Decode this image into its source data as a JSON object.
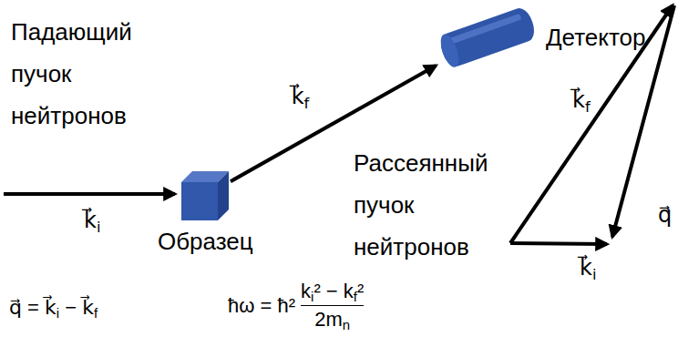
{
  "diagram": {
    "nodes": [
      {
        "text": [
          "Образец"
        ]
      },
      {
        "text": [
          "Детектор"
        ]
      }
    ],
    "edges": [
      {
        "from": 0,
        "to": 1,
        "arrow": "to",
        "label": "k⃗f"
      }
    ],
    "labels": [
      "Падающий пучок нейтронов",
      "k⃗i",
      "Рассеянный пучок нейтронов",
      "k⃗f",
      "q⃗",
      "k⃗i",
      "q⃗ = k⃗i − k⃗f",
      "ħω = ħ²",
      "ki² − kf²",
      "2mn"
    ]
  }
}
